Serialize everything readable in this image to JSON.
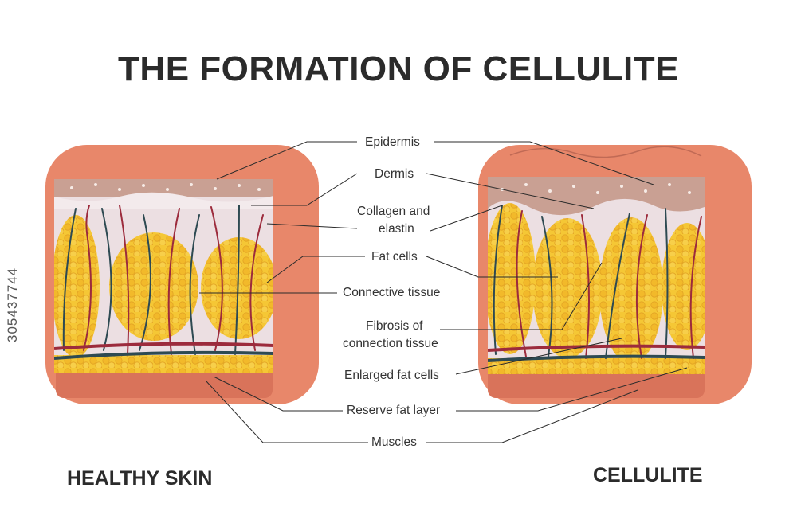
{
  "title": "THE FORMATION OF CELLULITE",
  "captions": {
    "left": "HEALTHY SKIN",
    "right": "CELLULITE"
  },
  "labels": [
    "Epidermis",
    "Dermis",
    "Collagen and",
    "elastin",
    "Fat cells",
    "Connective tissue",
    "Fibrosis of",
    "connection tissue",
    "Enlarged fat cells",
    "Reserve fat layer",
    "Muscles"
  ],
  "watermark_id": "305437744",
  "colors": {
    "skin": "#e8876a",
    "epidermis": "#c9a093",
    "dermis": "#eee1e4",
    "fat": "#f2c12e",
    "fat_bubble": "#e8a72a",
    "vessel_red": "#9c2b3c",
    "vessel_dark": "#2e4a52",
    "leader_line": "#2b2b2b",
    "text": "#2b2b2b"
  }
}
